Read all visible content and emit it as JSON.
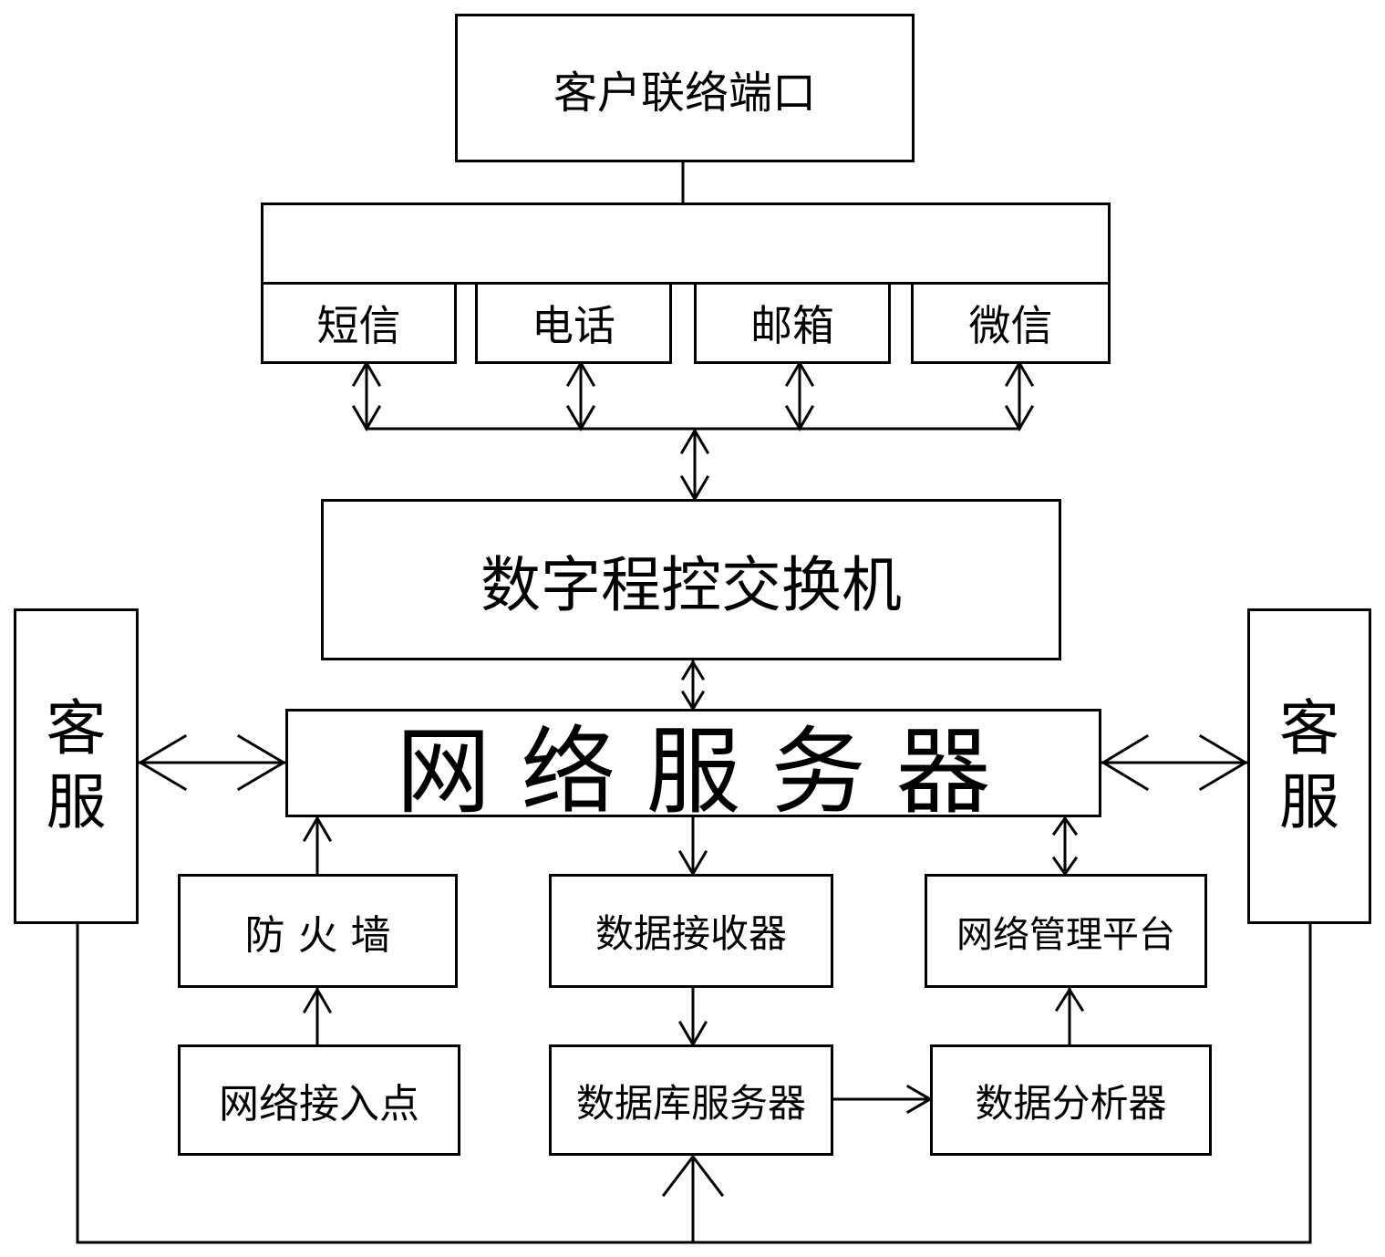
{
  "diagram": {
    "customer_port": "客户联络端口",
    "channels": [
      {
        "label": "短信"
      },
      {
        "label": "电话"
      },
      {
        "label": "邮箱"
      },
      {
        "label": "微信"
      }
    ],
    "switch": "数字程控交换机",
    "network_server": "网 络 服 务 器",
    "customer_service_left": "客服",
    "customer_service_right": "客服",
    "firewall": "防 火 墙",
    "access_point": "网络接入点",
    "data_receiver": "数据接收器",
    "network_mgmt_platform": "网络管理平台",
    "database_server": "数据库服务器",
    "data_analyzer": "数据分析器"
  }
}
